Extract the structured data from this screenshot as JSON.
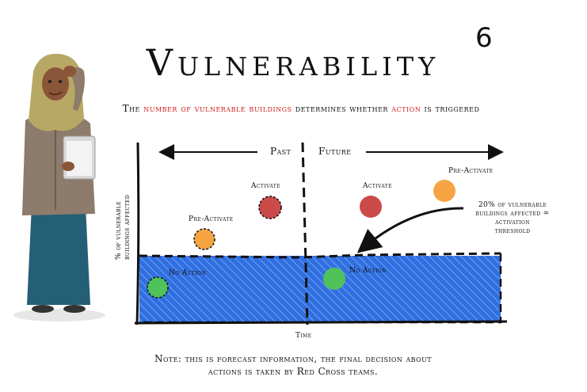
{
  "page_number": "6",
  "title": "Vulnerability",
  "subtitle": {
    "part1": "The ",
    "highlight1": "number of vulnerable buildings",
    "part2": " determines whether ",
    "highlight2": "action",
    "part3": " is triggered"
  },
  "chart": {
    "past_label": "Past",
    "future_label": "Future",
    "y_axis_label_line1": "% of vulnerable",
    "y_axis_label_line2": "buildings affected",
    "x_axis_label": "Time",
    "points": [
      {
        "label": "No Action",
        "color": "#4fc25a",
        "dashed": true
      },
      {
        "label": "Pre-Activate",
        "color": "#f6a442",
        "dashed": true
      },
      {
        "label": "Activate",
        "color": "#cd4a4a",
        "dashed": true
      },
      {
        "label": "Activate",
        "color": "#cd4a4a",
        "dashed": false
      },
      {
        "label": "Pre-Activate",
        "color": "#f6a442",
        "dashed": false
      },
      {
        "label": "No Action",
        "color": "#4fc25a",
        "dashed": false
      }
    ],
    "threshold_note": [
      "20% of vulnerable",
      "buildings affected =",
      "activation",
      "threshold"
    ],
    "colors": {
      "zone_fill": "#2f6fe0",
      "hatch": "#8fb4f5",
      "outline": "#111111"
    }
  },
  "note_line1": "Note: this is forecast information, the final decision about",
  "note_line2": "actions is taken by Red Cross teams."
}
